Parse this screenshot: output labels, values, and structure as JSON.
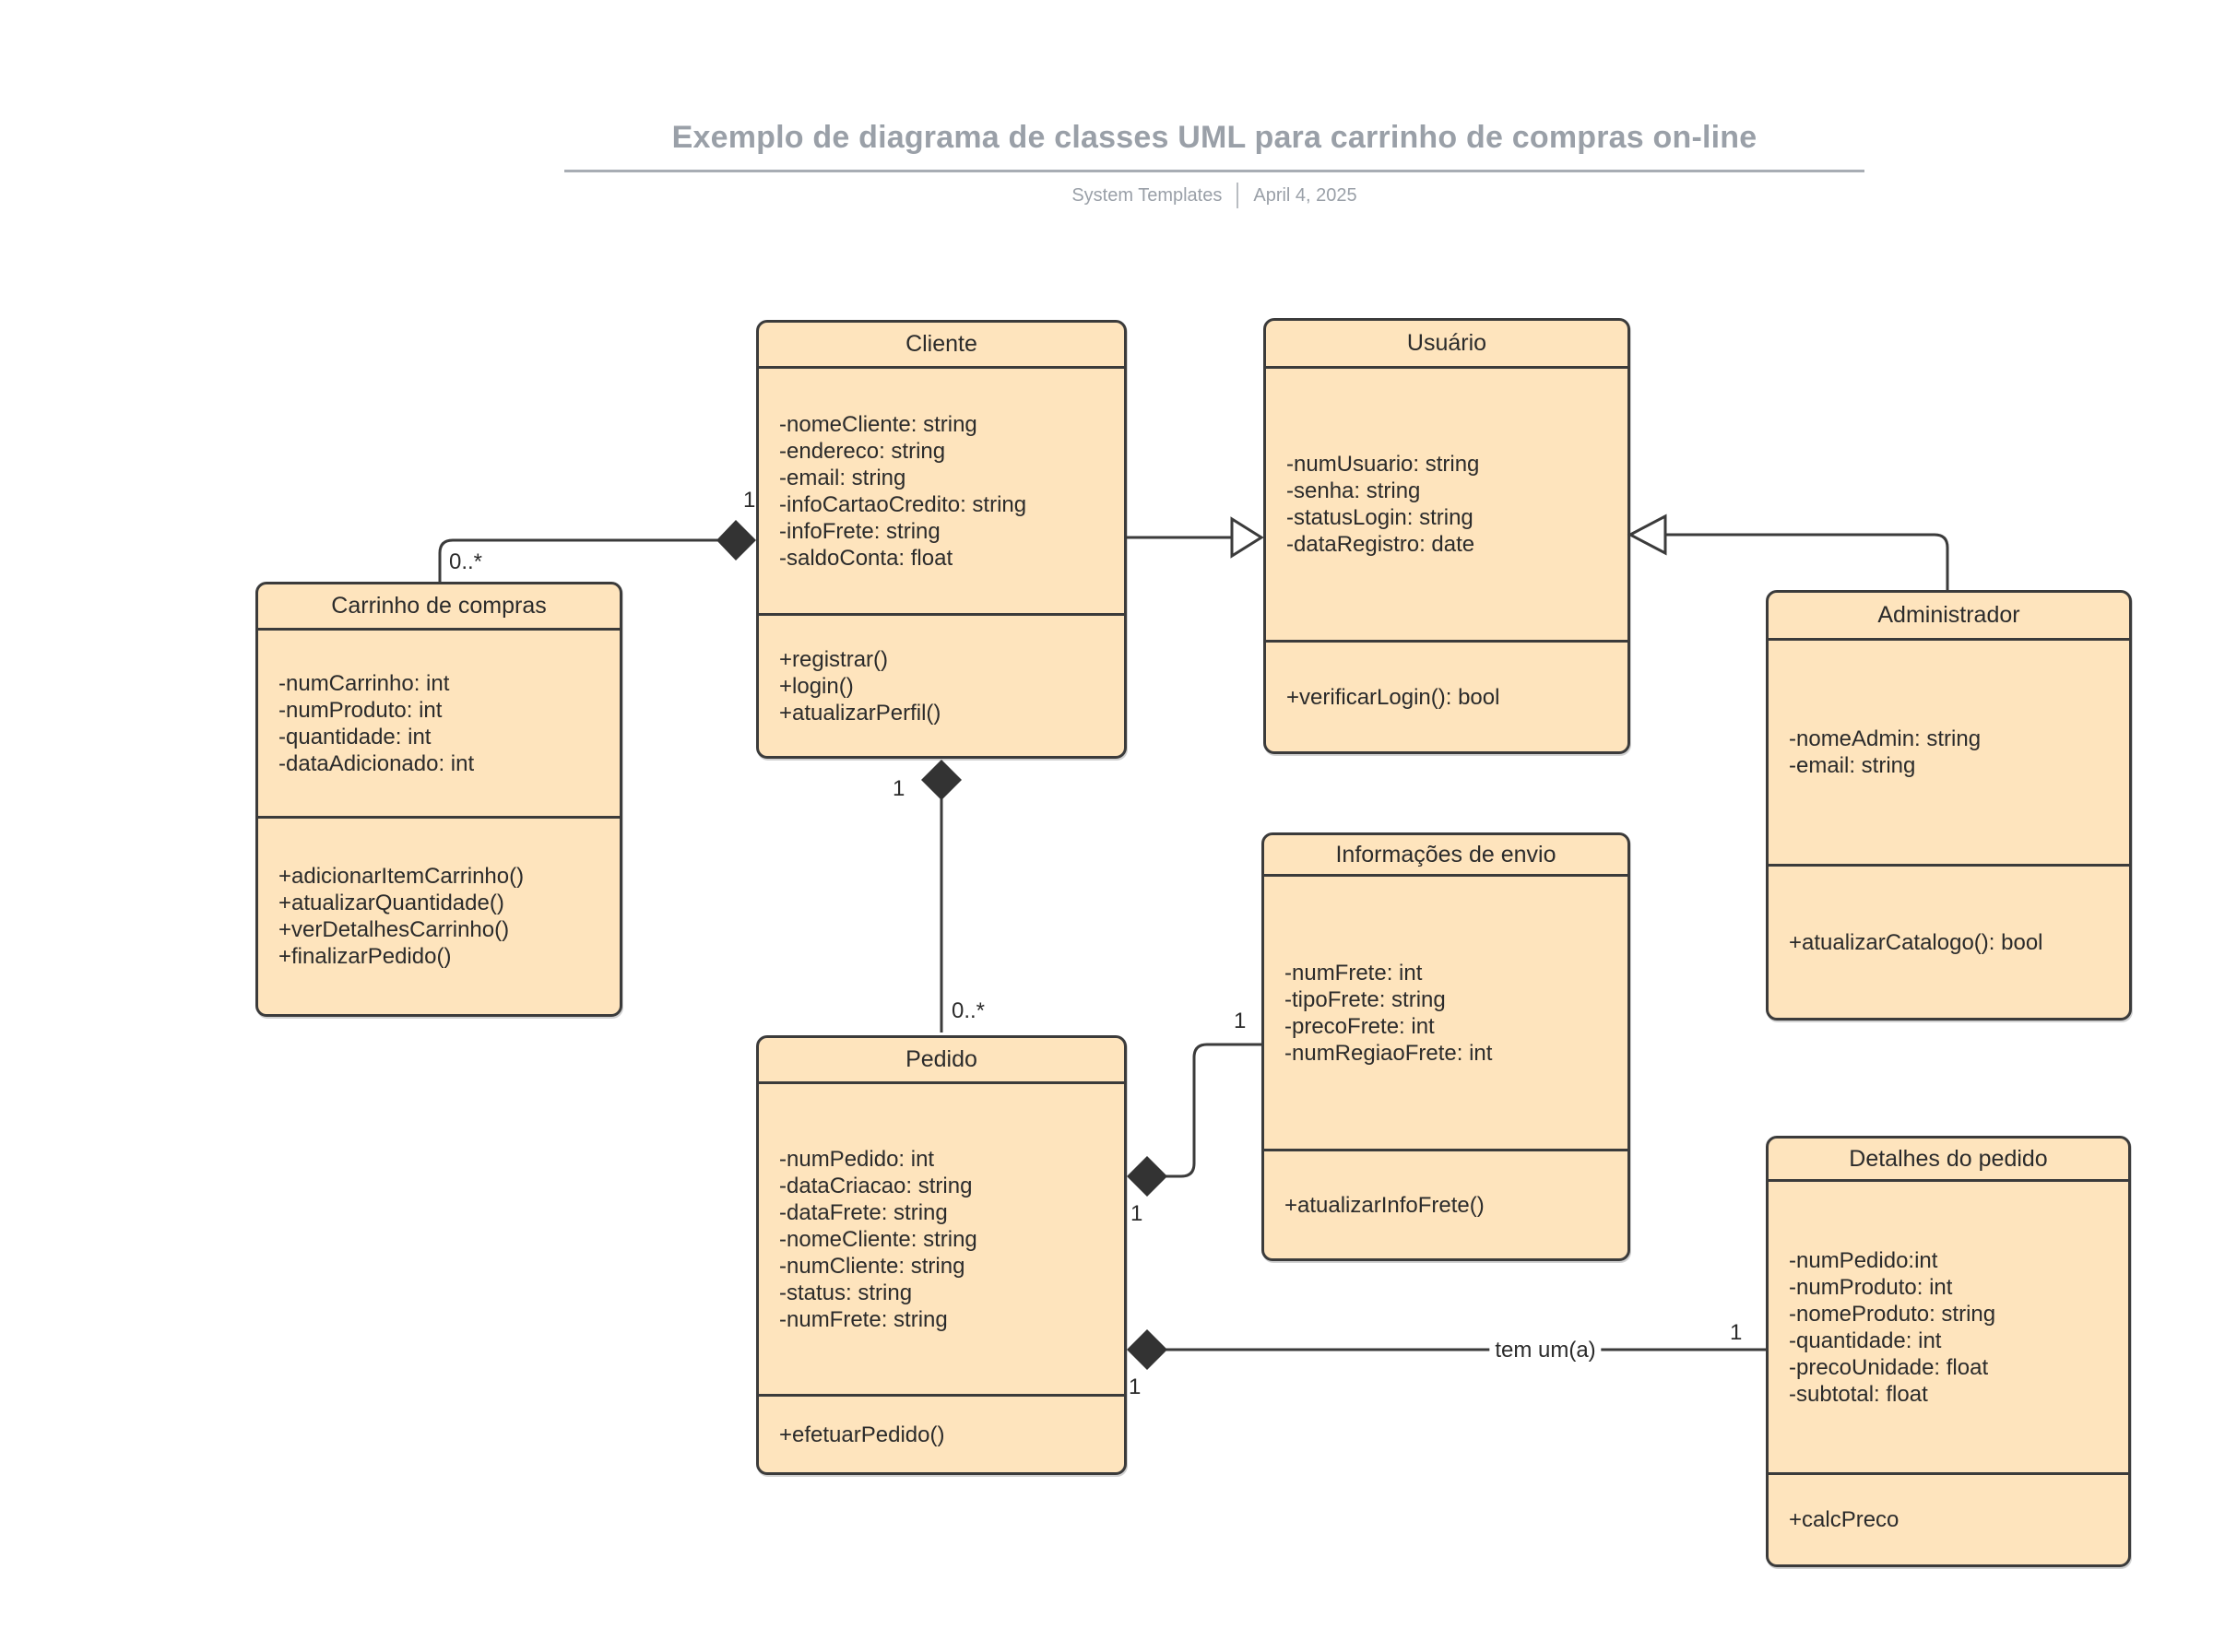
{
  "page": {
    "title": "Exemplo de diagrama de classes UML para carrinho de compras on-line",
    "byline": {
      "source": "System Templates",
      "date": "April 4, 2025"
    }
  },
  "classes": [
    {
      "name": "Cliente",
      "attributes": [
        "-nomeCliente: string",
        "-endereco: string",
        "-email: string",
        "-infoCartaoCredito: string",
        "-infoFrete: string",
        "-saldoConta: float"
      ],
      "methods": [
        "+registrar()",
        "+login()",
        "+atualizarPerfil()"
      ]
    },
    {
      "name": "Usuário",
      "attributes": [
        "-numUsuario: string",
        "-senha: string",
        "-statusLogin: string",
        "-dataRegistro: date"
      ],
      "methods": [
        "+verificarLogin(): bool"
      ]
    },
    {
      "name": "Carrinho de compras",
      "attributes": [
        "-numCarrinho: int",
        "-numProduto: int",
        "-quantidade: int",
        "-dataAdicionado: int"
      ],
      "methods": [
        "+adicionarItemCarrinho()",
        "+atualizarQuantidade()",
        "+verDetalhesCarrinho()",
        "+finalizarPedido()"
      ]
    },
    {
      "name": "Administrador",
      "attributes": [
        "-nomeAdmin: string",
        "-email: string"
      ],
      "methods": [
        "+atualizarCatalogo(): bool"
      ]
    },
    {
      "name": "Informações de envio",
      "attributes": [
        "-numFrete: int",
        "-tipoFrete: string",
        "-precoFrete: int",
        "-numRegiaoFrete: int"
      ],
      "methods": [
        "+atualizarInfoFrete()"
      ]
    },
    {
      "name": "Pedido",
      "attributes": [
        "-numPedido: int",
        "-dataCriacao: string",
        "-dataFrete: string",
        "-nomeCliente: string",
        "-numCliente: string",
        "-status: string",
        "-numFrete: string"
      ],
      "methods": [
        "+efetuarPedido()"
      ]
    },
    {
      "name": "Detalhes do pedido",
      "attributes": [
        "-numPedido:int",
        "-numProduto: int",
        "-nomeProduto: string",
        "-quantidade: int",
        "-precoUnidade: float",
        "-subtotal: float"
      ],
      "methods": [
        "+calcPreco"
      ]
    }
  ],
  "relationships": {
    "labels": {
      "carrinho_cliente_cliente_end": "1",
      "carrinho_cliente_carrinho_end": "0..*",
      "cliente_pedido_cliente_end": "1",
      "cliente_pedido_pedido_end": "0..*",
      "pedido_envio_pedido_end": "1",
      "pedido_envio_envio_end": "1",
      "pedido_detalhes_pedido_end": "1",
      "pedido_detalhes_detalhes_end": "1",
      "pedido_detalhes_name": "tem um(a)"
    }
  },
  "colors": {
    "box_fill": "#fee4bd",
    "box_border": "#3b3b3b",
    "connector": "#3b3b3b",
    "diamond_fill": "#333333",
    "title_gray": "#9aa0a8"
  }
}
